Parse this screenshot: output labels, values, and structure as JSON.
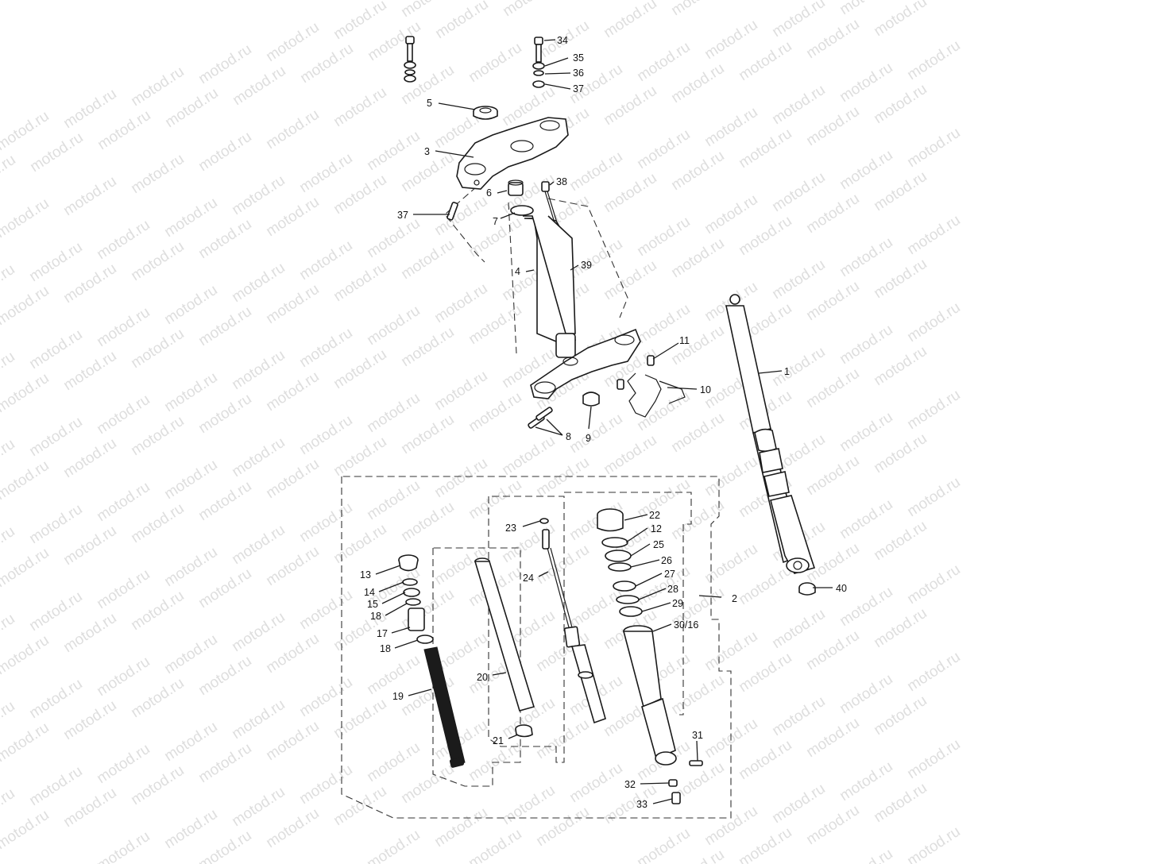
{
  "diagram": {
    "watermark": "motod.ru",
    "callouts": [
      {
        "id": "c1",
        "text": "1"
      },
      {
        "id": "c2",
        "text": "2"
      },
      {
        "id": "c3",
        "text": "3"
      },
      {
        "id": "c4",
        "text": "4"
      },
      {
        "id": "c5",
        "text": "5"
      },
      {
        "id": "c6",
        "text": "6"
      },
      {
        "id": "c7",
        "text": "7"
      },
      {
        "id": "c8",
        "text": "8"
      },
      {
        "id": "c9",
        "text": "9"
      },
      {
        "id": "c10",
        "text": "10"
      },
      {
        "id": "c11",
        "text": "11"
      },
      {
        "id": "c12",
        "text": "12"
      },
      {
        "id": "c13",
        "text": "13"
      },
      {
        "id": "c14",
        "text": "14"
      },
      {
        "id": "c15",
        "text": "15"
      },
      {
        "id": "c18a",
        "text": "18"
      },
      {
        "id": "c17",
        "text": "17"
      },
      {
        "id": "c18b",
        "text": "18"
      },
      {
        "id": "c19",
        "text": "19"
      },
      {
        "id": "c20",
        "text": "20"
      },
      {
        "id": "c21",
        "text": "21"
      },
      {
        "id": "c22",
        "text": "22"
      },
      {
        "id": "c23",
        "text": "23"
      },
      {
        "id": "c24",
        "text": "24"
      },
      {
        "id": "c25",
        "text": "25"
      },
      {
        "id": "c26",
        "text": "26"
      },
      {
        "id": "c27",
        "text": "27"
      },
      {
        "id": "c28",
        "text": "28"
      },
      {
        "id": "c29",
        "text": "29"
      },
      {
        "id": "c3016",
        "text": "30/16"
      },
      {
        "id": "c31",
        "text": "31"
      },
      {
        "id": "c32",
        "text": "32"
      },
      {
        "id": "c33",
        "text": "33"
      },
      {
        "id": "c34",
        "text": "34"
      },
      {
        "id": "c35",
        "text": "35"
      },
      {
        "id": "c36",
        "text": "36"
      },
      {
        "id": "c37a",
        "text": "37"
      },
      {
        "id": "c37b",
        "text": "37"
      },
      {
        "id": "c38",
        "text": "38"
      },
      {
        "id": "c39",
        "text": "39"
      },
      {
        "id": "c40",
        "text": "40"
      }
    ]
  }
}
